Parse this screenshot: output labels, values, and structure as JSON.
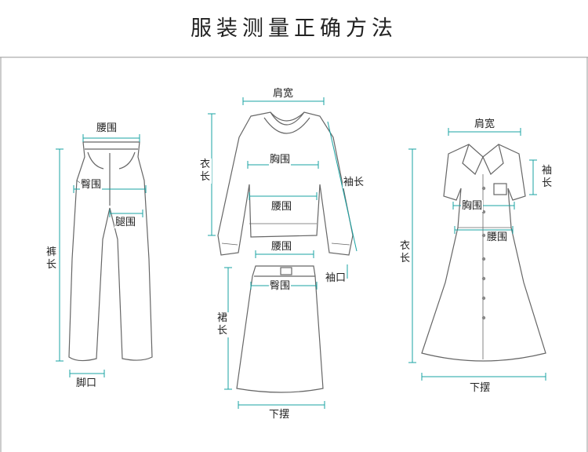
{
  "title": "服装测量正确方法",
  "colors": {
    "measure": "#1aa3a3",
    "outline": "#666666",
    "frame": "#999999",
    "text": "#222222"
  },
  "pants": {
    "waist": "腰围",
    "hip": "臀围",
    "thigh": "腿围",
    "length": "裤长",
    "hem": "脚口"
  },
  "sweater": {
    "shoulder": "肩宽",
    "chest": "胸围",
    "waist": "腰围",
    "length": "衣长",
    "sleeve": "袖长",
    "cuff": "袖口"
  },
  "skirt": {
    "waist": "腰围",
    "hip": "臀围",
    "length": "裙长",
    "hem": "下摆"
  },
  "dress": {
    "shoulder": "肩宽",
    "sleeve": "袖长",
    "chest": "胸围",
    "waist": "腰围",
    "length": "衣长",
    "hem": "下摆"
  }
}
